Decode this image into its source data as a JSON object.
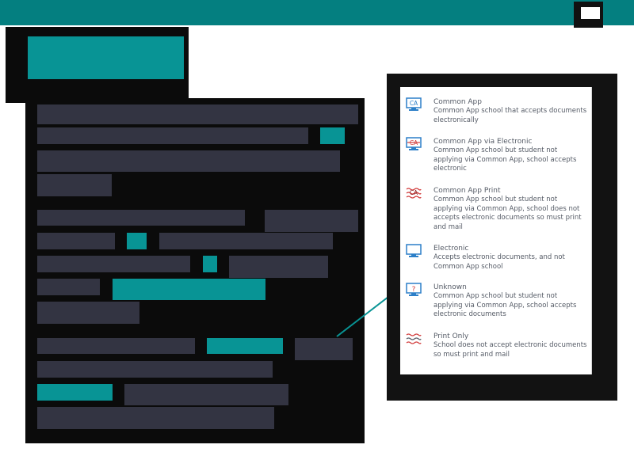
{
  "legend": {
    "entries": [
      {
        "icon": "common-app-icon",
        "title": "Common App",
        "description": "Common App school that accepts documents electronically"
      },
      {
        "icon": "common-app-via-electronic-icon",
        "title": "Common App via Electronic",
        "description": "Common App school but student not applying via Common App, school accepts electronic"
      },
      {
        "icon": "common-app-print-icon",
        "title": "Common App Print",
        "description": "Common App school but student not applying via Common App, school does not accepts electronic documents so must print and mail"
      },
      {
        "icon": "electronic-icon",
        "title": "Electronic",
        "description": "Accepts electronic documents, and not Common App school"
      },
      {
        "icon": "unknown-icon",
        "title": "Unknown",
        "description": "Common App school but student not applying via Common App, school accepts electronic documents"
      },
      {
        "icon": "print-only-icon",
        "title": "Print Only",
        "description": "School does not accept electronic documents so must print and mail"
      }
    ],
    "icon_glyphs": {
      "common_app": "CA",
      "unknown": "?"
    }
  },
  "colors": {
    "accent": "#089495",
    "header": "#047f80",
    "redacted": "#333442",
    "icon_blue": "#2c7fc8",
    "icon_red": "#d23c3c"
  }
}
